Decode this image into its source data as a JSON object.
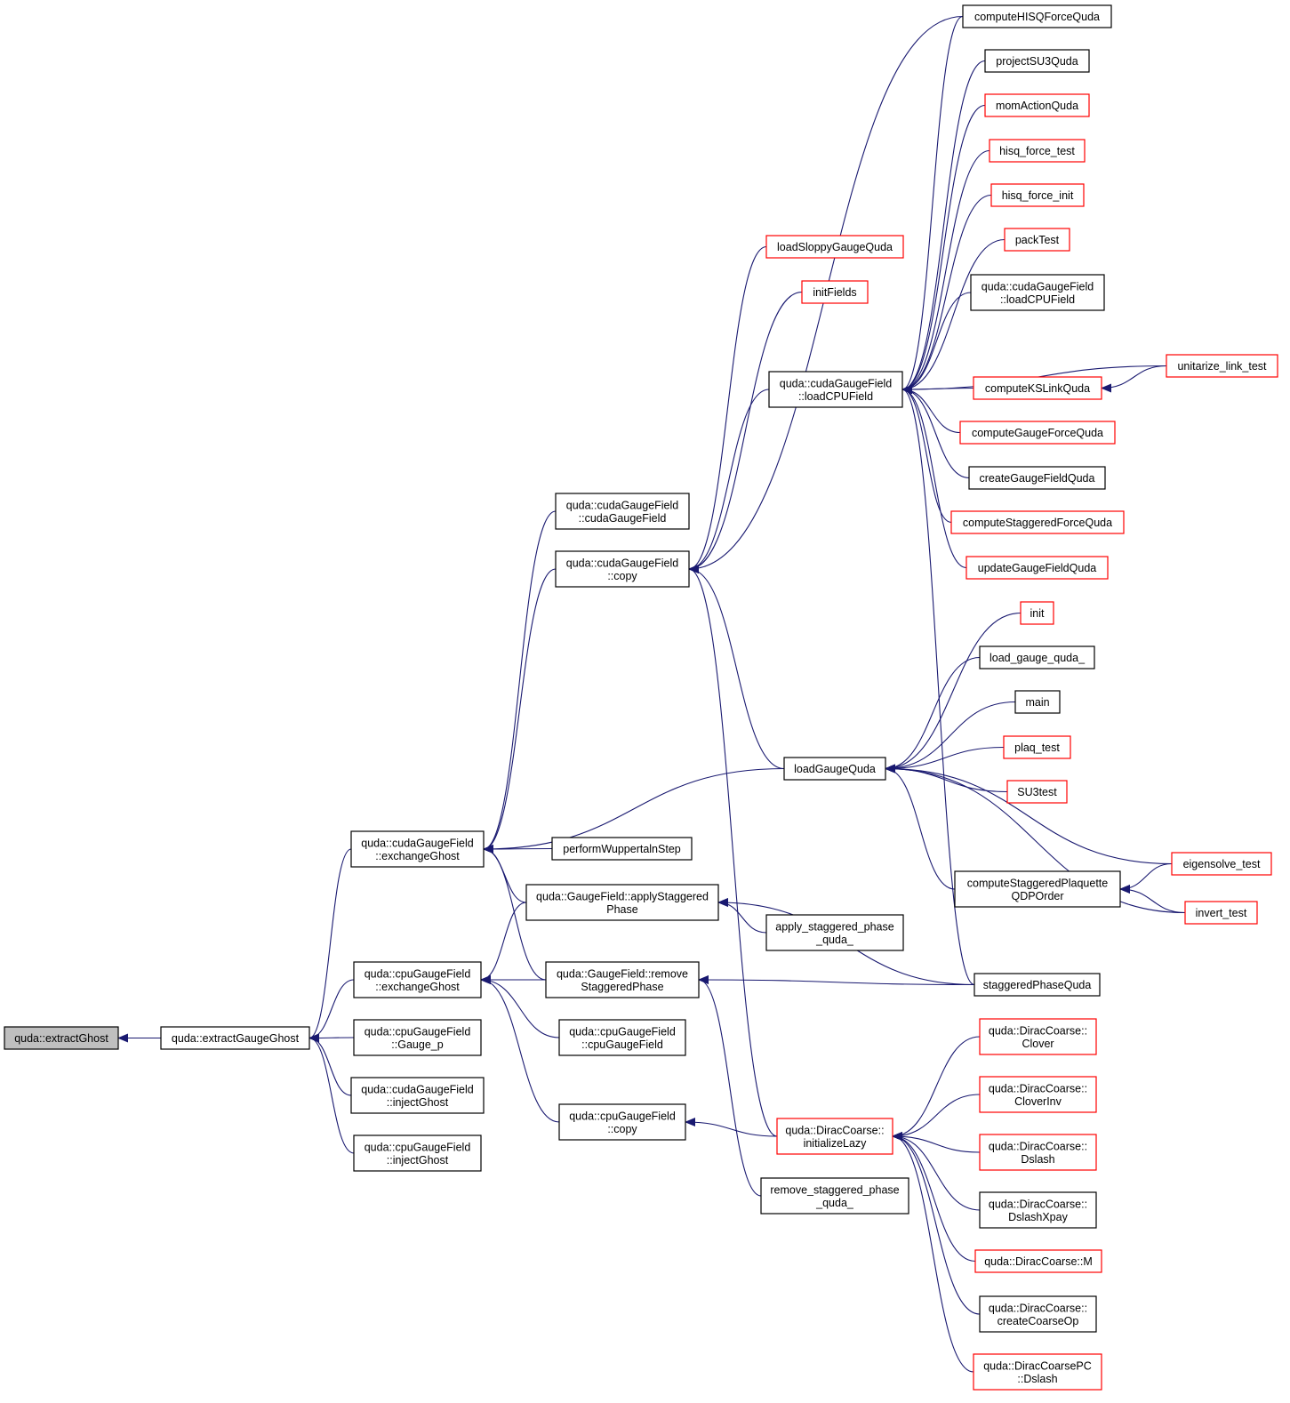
{
  "title": "",
  "colors": {
    "edge": "#191970",
    "border_black": "#000000",
    "border_red": "#ff0000",
    "root_fill": "#bfbfbf",
    "node_fill": "#ffffff"
  },
  "nodes": [
    {
      "id": "extractGhost",
      "lines": [
        "quda::extractGhost"
      ],
      "border": "black",
      "fill": "gray",
      "clickable": false
    },
    {
      "id": "extractGaugeGhost",
      "lines": [
        "quda::extractGaugeGhost"
      ],
      "border": "black"
    },
    {
      "id": "cudaExchangeGhost",
      "lines": [
        "quda::cudaGaugeField",
        "::exchangeGhost"
      ],
      "border": "black"
    },
    {
      "id": "cpuExchangeGhost",
      "lines": [
        "quda::cpuGaugeField",
        "::exchangeGhost"
      ],
      "border": "black"
    },
    {
      "id": "cpuGaugeP",
      "lines": [
        "quda::cpuGaugeField",
        "::Gauge_p"
      ],
      "border": "black"
    },
    {
      "id": "cudaInjectGhost",
      "lines": [
        "quda::cudaGaugeField",
        "::injectGhost"
      ],
      "border": "black"
    },
    {
      "id": "cpuInjectGhost",
      "lines": [
        "quda::cpuGaugeField",
        "::injectGhost"
      ],
      "border": "black"
    },
    {
      "id": "cudaCtor",
      "lines": [
        "quda::cudaGaugeField",
        "::cudaGaugeField"
      ],
      "border": "black"
    },
    {
      "id": "cudaCopy",
      "lines": [
        "quda::cudaGaugeField",
        "::copy"
      ],
      "border": "black"
    },
    {
      "id": "performWuppertal",
      "lines": [
        "performWuppertalnStep"
      ],
      "border": "black"
    },
    {
      "id": "applyStaggered",
      "lines": [
        "quda::GaugeField::applyStaggered",
        "Phase"
      ],
      "border": "black"
    },
    {
      "id": "removeStaggered",
      "lines": [
        "quda::GaugeField::remove",
        "StaggeredPhase"
      ],
      "border": "black"
    },
    {
      "id": "cpuCtor",
      "lines": [
        "quda::cpuGaugeField",
        "::cpuGaugeField"
      ],
      "border": "black"
    },
    {
      "id": "cpuCopy",
      "lines": [
        "quda::cpuGaugeField",
        "::copy"
      ],
      "border": "black"
    },
    {
      "id": "loadSloppy",
      "lines": [
        "loadSloppyGaugeQuda"
      ],
      "border": "red"
    },
    {
      "id": "initFields",
      "lines": [
        "initFields"
      ],
      "border": "red"
    },
    {
      "id": "cudaLoadCPU",
      "lines": [
        "quda::cudaGaugeField",
        "::loadCPUField"
      ],
      "border": "black"
    },
    {
      "id": "loadGaugeQuda",
      "lines": [
        "loadGaugeQuda"
      ],
      "border": "black"
    },
    {
      "id": "applyStaggeredPhaseQuda",
      "lines": [
        "apply_staggered_phase",
        "_quda_"
      ],
      "border": "black"
    },
    {
      "id": "diracInitLazy",
      "lines": [
        "quda::DiracCoarse::",
        "initializeLazy"
      ],
      "border": "red"
    },
    {
      "id": "removeStaggeredPhaseQuda",
      "lines": [
        "remove_staggered_phase",
        "_quda_"
      ],
      "border": "black"
    },
    {
      "id": "computeHISQ",
      "lines": [
        "computeHISQForceQuda"
      ],
      "border": "black"
    },
    {
      "id": "projectSU3",
      "lines": [
        "projectSU3Quda"
      ],
      "border": "black"
    },
    {
      "id": "momAction",
      "lines": [
        "momActionQuda"
      ],
      "border": "red"
    },
    {
      "id": "hisqForceTest",
      "lines": [
        "hisq_force_test"
      ],
      "border": "red"
    },
    {
      "id": "hisqForceInit",
      "lines": [
        "hisq_force_init"
      ],
      "border": "red"
    },
    {
      "id": "packTest",
      "lines": [
        "packTest"
      ],
      "border": "red"
    },
    {
      "id": "cudaLoadCPU2",
      "lines": [
        "quda::cudaGaugeField",
        "::loadCPUField"
      ],
      "border": "black"
    },
    {
      "id": "computeKSLink",
      "lines": [
        "computeKSLinkQuda"
      ],
      "border": "red"
    },
    {
      "id": "computeGaugeForce",
      "lines": [
        "computeGaugeForceQuda"
      ],
      "border": "red"
    },
    {
      "id": "createGaugeField",
      "lines": [
        "createGaugeFieldQuda"
      ],
      "border": "black"
    },
    {
      "id": "computeStaggeredForce",
      "lines": [
        "computeStaggeredForceQuda"
      ],
      "border": "red"
    },
    {
      "id": "updateGaugeField",
      "lines": [
        "updateGaugeFieldQuda"
      ],
      "border": "red"
    },
    {
      "id": "init",
      "lines": [
        "init"
      ],
      "border": "red"
    },
    {
      "id": "loadGaugeQudaF",
      "lines": [
        "load_gauge_quda_"
      ],
      "border": "black"
    },
    {
      "id": "main",
      "lines": [
        "main"
      ],
      "border": "black"
    },
    {
      "id": "plaqTest",
      "lines": [
        "plaq_test"
      ],
      "border": "red"
    },
    {
      "id": "su3test",
      "lines": [
        "SU3test"
      ],
      "border": "red"
    },
    {
      "id": "computeStagPlaq",
      "lines": [
        "computeStaggeredPlaquette",
        "QDPOrder"
      ],
      "border": "black"
    },
    {
      "id": "staggeredPhaseQuda",
      "lines": [
        "staggeredPhaseQuda"
      ],
      "border": "black"
    },
    {
      "id": "unitarize",
      "lines": [
        "unitarize_link_test"
      ],
      "border": "red"
    },
    {
      "id": "eigensolve",
      "lines": [
        "eigensolve_test"
      ],
      "border": "red"
    },
    {
      "id": "invertTest",
      "lines": [
        "invert_test"
      ],
      "border": "red"
    },
    {
      "id": "diracClover",
      "lines": [
        "quda::DiracCoarse::",
        "Clover"
      ],
      "border": "red"
    },
    {
      "id": "diracCloverInv",
      "lines": [
        "quda::DiracCoarse::",
        "CloverInv"
      ],
      "border": "red"
    },
    {
      "id": "diracDslash",
      "lines": [
        "quda::DiracCoarse::",
        "Dslash"
      ],
      "border": "red"
    },
    {
      "id": "diracDslashXpay",
      "lines": [
        "quda::DiracCoarse::",
        "DslashXpay"
      ],
      "border": "black"
    },
    {
      "id": "diracM",
      "lines": [
        "quda::DiracCoarse::M"
      ],
      "border": "red"
    },
    {
      "id": "diracCreateCoarseOp",
      "lines": [
        "quda::DiracCoarse::",
        "createCoarseOp"
      ],
      "border": "black"
    },
    {
      "id": "diracPCDslash",
      "lines": [
        "quda::DiracCoarsePC",
        "::Dslash"
      ],
      "border": "red"
    }
  ],
  "edges": [
    [
      "extractGaugeGhost",
      "extractGhost"
    ],
    [
      "cudaExchangeGhost",
      "extractGaugeGhost"
    ],
    [
      "cpuExchangeGhost",
      "extractGaugeGhost"
    ],
    [
      "cpuGaugeP",
      "extractGaugeGhost"
    ],
    [
      "cudaInjectGhost",
      "extractGaugeGhost"
    ],
    [
      "cpuInjectGhost",
      "extractGaugeGhost"
    ],
    [
      "cudaCtor",
      "cudaExchangeGhost"
    ],
    [
      "cudaCopy",
      "cudaExchangeGhost"
    ],
    [
      "loadGaugeQuda",
      "cudaExchangeGhost"
    ],
    [
      "performWuppertal",
      "cudaExchangeGhost"
    ],
    [
      "applyStaggered",
      "cudaExchangeGhost"
    ],
    [
      "removeStaggered",
      "cudaExchangeGhost"
    ],
    [
      "applyStaggered",
      "cpuExchangeGhost"
    ],
    [
      "removeStaggered",
      "cpuExchangeGhost"
    ],
    [
      "cpuCtor",
      "cpuExchangeGhost"
    ],
    [
      "cpuCopy",
      "cpuExchangeGhost"
    ],
    [
      "loadSloppy",
      "cudaCopy"
    ],
    [
      "initFields",
      "cudaCopy"
    ],
    [
      "cudaLoadCPU",
      "cudaCopy"
    ],
    [
      "computeHISQ",
      "cudaCopy"
    ],
    [
      "loadGaugeQuda",
      "cudaCopy"
    ],
    [
      "diracInitLazy",
      "cudaCopy"
    ],
    [
      "staggeredPhaseQuda",
      "applyStaggered"
    ],
    [
      "applyStaggeredPhaseQuda",
      "applyStaggered"
    ],
    [
      "staggeredPhaseQuda",
      "removeStaggered"
    ],
    [
      "removeStaggeredPhaseQuda",
      "removeStaggered"
    ],
    [
      "diracInitLazy",
      "cpuCopy"
    ],
    [
      "computeHISQ",
      "cudaLoadCPU"
    ],
    [
      "projectSU3",
      "cudaLoadCPU"
    ],
    [
      "momAction",
      "cudaLoadCPU"
    ],
    [
      "hisqForceTest",
      "cudaLoadCPU"
    ],
    [
      "hisqForceInit",
      "cudaLoadCPU"
    ],
    [
      "packTest",
      "cudaLoadCPU"
    ],
    [
      "cudaLoadCPU2",
      "cudaLoadCPU"
    ],
    [
      "unitarize",
      "cudaLoadCPU"
    ],
    [
      "computeKSLink",
      "cudaLoadCPU"
    ],
    [
      "computeGaugeForce",
      "cudaLoadCPU"
    ],
    [
      "createGaugeField",
      "cudaLoadCPU"
    ],
    [
      "computeStaggeredForce",
      "cudaLoadCPU"
    ],
    [
      "updateGaugeField",
      "cudaLoadCPU"
    ],
    [
      "staggeredPhaseQuda",
      "cudaLoadCPU"
    ],
    [
      "unitarize",
      "computeKSLink"
    ],
    [
      "init",
      "loadGaugeQuda"
    ],
    [
      "loadGaugeQudaF",
      "loadGaugeQuda"
    ],
    [
      "main",
      "loadGaugeQuda"
    ],
    [
      "plaqTest",
      "loadGaugeQuda"
    ],
    [
      "su3test",
      "loadGaugeQuda"
    ],
    [
      "eigensolve",
      "loadGaugeQuda"
    ],
    [
      "computeStagPlaq",
      "loadGaugeQuda"
    ],
    [
      "invertTest",
      "loadGaugeQuda"
    ],
    [
      "eigensolve",
      "computeStagPlaq"
    ],
    [
      "invertTest",
      "computeStagPlaq"
    ],
    [
      "diracClover",
      "diracInitLazy"
    ],
    [
      "diracCloverInv",
      "diracInitLazy"
    ],
    [
      "diracDslash",
      "diracInitLazy"
    ],
    [
      "diracDslashXpay",
      "diracInitLazy"
    ],
    [
      "diracM",
      "diracInitLazy"
    ],
    [
      "diracCreateCoarseOp",
      "diracInitLazy"
    ],
    [
      "diracPCDslash",
      "diracInitLazy"
    ]
  ]
}
